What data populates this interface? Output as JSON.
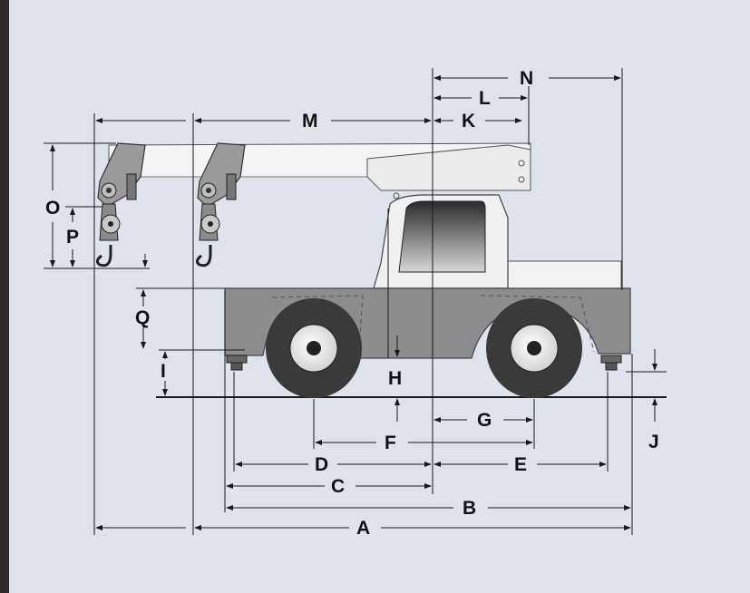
{
  "dimension_labels": {
    "A": "A",
    "B": "B",
    "C": "C",
    "D": "D",
    "E": "E",
    "F": "F",
    "G": "G",
    "H": "H",
    "I": "I",
    "J": "J",
    "K": "K",
    "L": "L",
    "M": "M",
    "N": "N",
    "O": "O",
    "P": "P",
    "Q": "Q"
  },
  "colors": {
    "background": "#dfe3ec",
    "frame": "#2f2c2d",
    "chassis": "#8c8c8e",
    "boom": "#f2f2f2",
    "tire": "#3a3a3a",
    "rim": "#ffffff",
    "cab_glass": "#4a4a4a",
    "line": "#1a1a1a"
  }
}
